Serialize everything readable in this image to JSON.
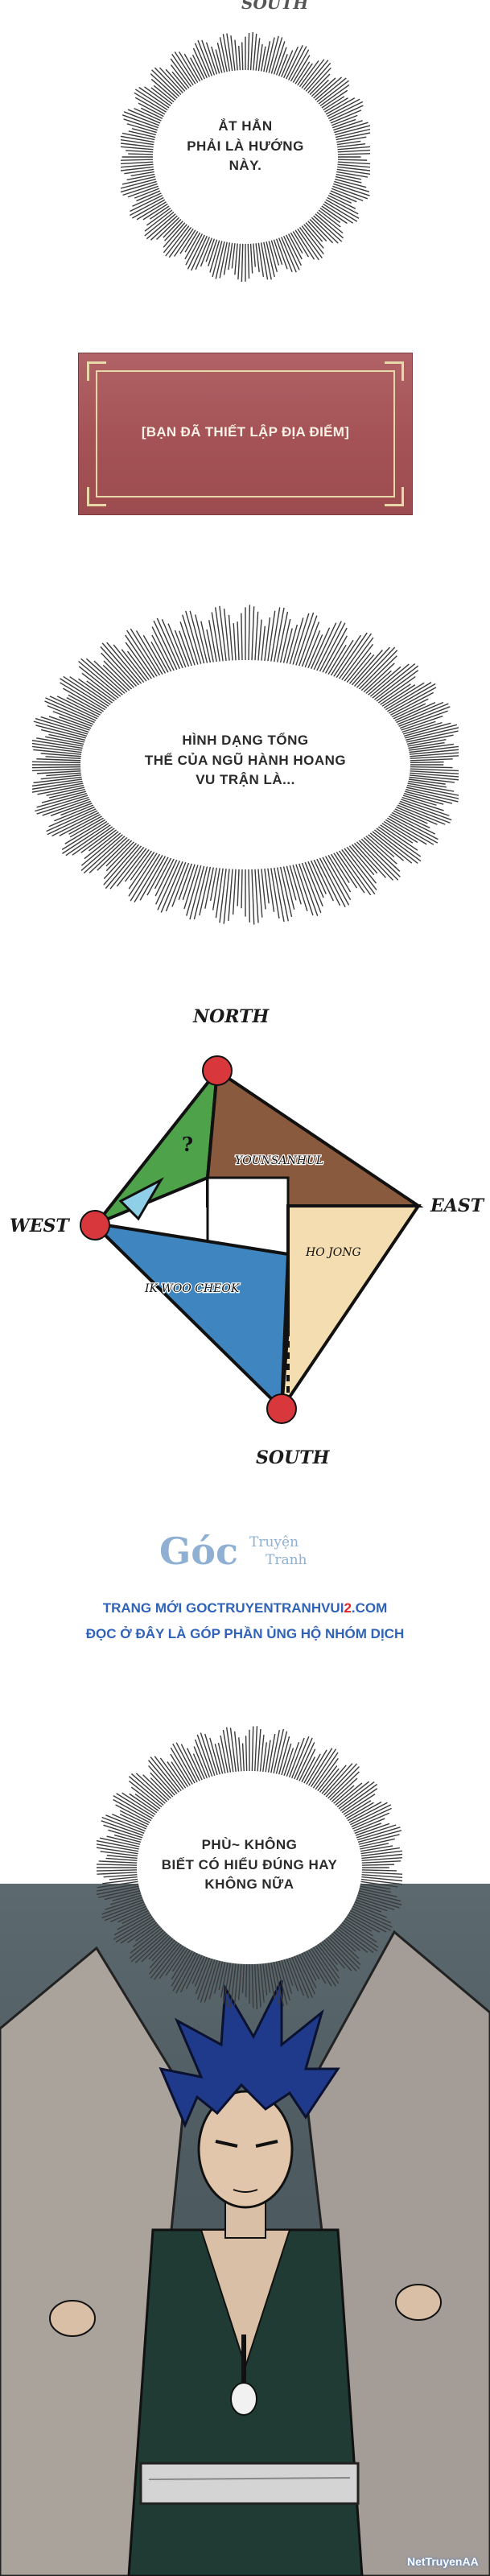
{
  "top_edge": {
    "text": "SOUTH"
  },
  "bubble1": {
    "lines": [
      "ẮT HẲN",
      "PHẢI LÀ HƯỚNG",
      "NÀY."
    ]
  },
  "system_box": {
    "text": "[BẠN ĐÃ THIẾT LẬP ĐỊA ĐIỂM]"
  },
  "bubble2": {
    "lines": [
      "HÌNH DẠNG TỔNG",
      "THỂ CỦA NGŨ HÀNH HOANG",
      "VU TRẬN LÀ..."
    ]
  },
  "map": {
    "north": "NORTH",
    "east": "EAST",
    "west": "WEST",
    "south": "SOUTH",
    "region_top": "YOUNSANHUL",
    "region_right": "HO JONG",
    "region_bottom": "IK WOO CHEOK",
    "region_left_mark": "?",
    "colors": {
      "green": "#4ea24a",
      "brown": "#8a5a3e",
      "cream": "#f4ddb0",
      "blue": "#3f86c0",
      "node": "#d8383c"
    }
  },
  "credit": {
    "logo_word": "Góc",
    "logo_sub1": "Truyện",
    "logo_sub2": "Tranh",
    "line1_prefix": "TRANG MỚI ",
    "line1_domain": "GOCTRUYENTRANHVUI",
    "line1_suffix_num": "2",
    "line1_tld": ".COM",
    "line2": "ĐỌC Ở ĐÂY LÀ GÓP PHẦN ỦNG HỘ NHÓM DỊCH"
  },
  "bubble3": {
    "lines": [
      "PHÙ~ KHÔNG",
      "BIẾT CÓ HIỂU ĐÚNG HAY",
      "KHÔNG NỮA"
    ]
  },
  "watermark": {
    "text": "NetTruyenAA"
  }
}
